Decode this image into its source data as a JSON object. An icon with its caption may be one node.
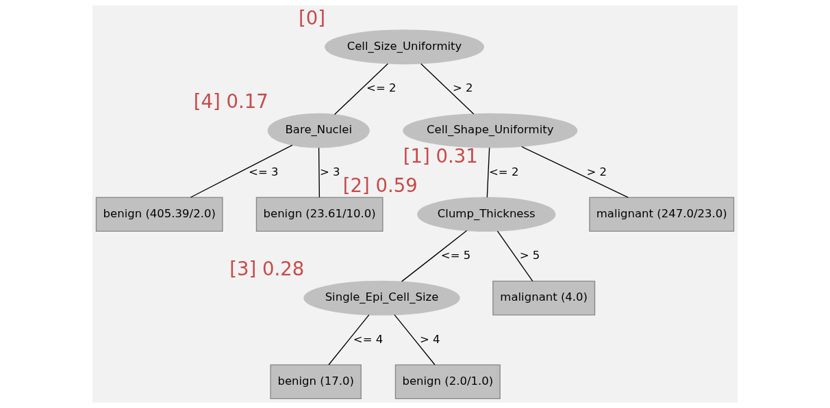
{
  "diagram": {
    "nodes": [
      {
        "text": [
          "Cell_Size_Uniformity"
        ],
        "beside": [
          "[0]"
        ]
      },
      {
        "text": [
          "Bare_Nuclei"
        ],
        "beside": [
          "[4] 0.17"
        ]
      },
      {
        "text": [
          "Cell_Shape_Uniformity"
        ],
        "beside": [
          "[1] 0.31"
        ]
      },
      {
        "text": [
          "benign (405.39/2.0)"
        ]
      },
      {
        "text": [
          "benign (23.61/10.0)"
        ]
      },
      {
        "text": [
          "Clump_Thickness"
        ],
        "beside": [
          "[2] 0.59"
        ]
      },
      {
        "text": [
          "malignant (247.0/23.0)"
        ]
      },
      {
        "text": [
          "Single_Epi_Cell_Size"
        ],
        "beside": [
          "[3] 0.28"
        ]
      },
      {
        "text": [
          "malignant (4.0)"
        ]
      },
      {
        "text": [
          "benign (17.0)"
        ]
      },
      {
        "text": [
          "benign (2.0/1.0)"
        ]
      }
    ],
    "edges": [
      {
        "from": 0,
        "to": 1,
        "arrow": "none",
        "label": "<= 2"
      },
      {
        "from": 0,
        "to": 2,
        "arrow": "none",
        "label": "> 2"
      },
      {
        "from": 1,
        "to": 3,
        "arrow": "none",
        "label": "<= 3"
      },
      {
        "from": 1,
        "to": 4,
        "arrow": "none",
        "label": "> 3"
      },
      {
        "from": 2,
        "to": 5,
        "arrow": "none",
        "label": "<= 2"
      },
      {
        "from": 2,
        "to": 6,
        "arrow": "none",
        "label": "> 2"
      },
      {
        "from": 5,
        "to": 7,
        "arrow": "none",
        "label": "<= 5"
      },
      {
        "from": 5,
        "to": 8,
        "arrow": "none",
        "label": "> 5"
      },
      {
        "from": 7,
        "to": 9,
        "arrow": "none",
        "label": "<= 4"
      },
      {
        "from": 7,
        "to": 10,
        "arrow": "none",
        "label": "> 4"
      }
    ]
  }
}
